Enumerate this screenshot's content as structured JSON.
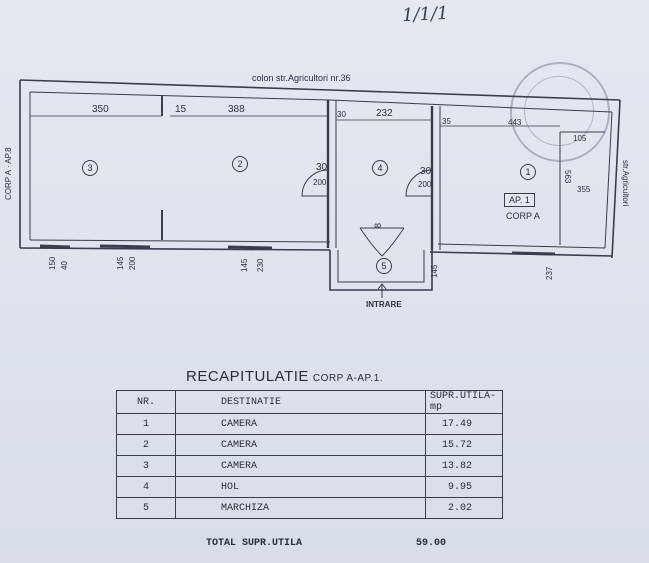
{
  "handwritten_ref": "1/1/1",
  "plan": {
    "street_label": "colon str.Agricultori nr.36",
    "side_label_left": "CORP A · AP.8",
    "side_label_right": "str.Agricultori",
    "dims": {
      "top_350": "350",
      "top_15": "15",
      "top_388": "388",
      "top_30": "30",
      "top_232": "232",
      "top_35": "35",
      "top_443": "443",
      "door_30a": "30",
      "door_30b": "30",
      "door_200a": "200",
      "door_200b": "200",
      "bottom_150": "150",
      "bottom_145": "145",
      "bottom_145b": "145",
      "bottom_145c": "145",
      "bottom_200": "200",
      "bottom_230": "230",
      "bottom_40": "40",
      "bottom_237": "237",
      "entry_width": "8",
      "right_563": "563",
      "right_105": "105",
      "right_355": "355"
    },
    "rooms": [
      "3",
      "2",
      "4",
      "1",
      "5"
    ],
    "entry_label": "INTRARE",
    "ap_label": "AP. 1",
    "corp_label": "CORP A"
  },
  "recap": {
    "title": "RECAPITULATIE",
    "subtitle": "CORP A-AP.1.",
    "headers": {
      "nr": "NR.",
      "destination": "DESTINATIE",
      "area": "SUPR.UTILA-mp"
    },
    "rows": [
      {
        "nr": "1",
        "destination": "CAMERA",
        "area": "17.49"
      },
      {
        "nr": "2",
        "destination": "CAMERA",
        "area": "15.72"
      },
      {
        "nr": "3",
        "destination": "CAMERA",
        "area": "13.82"
      },
      {
        "nr": "4",
        "destination": "HOL",
        "area": "9.95"
      },
      {
        "nr": "5",
        "destination": "MARCHIZA",
        "area": "2.02"
      }
    ],
    "total_label": "TOTAL SUPR.UTILA",
    "total_value": "59.00"
  }
}
